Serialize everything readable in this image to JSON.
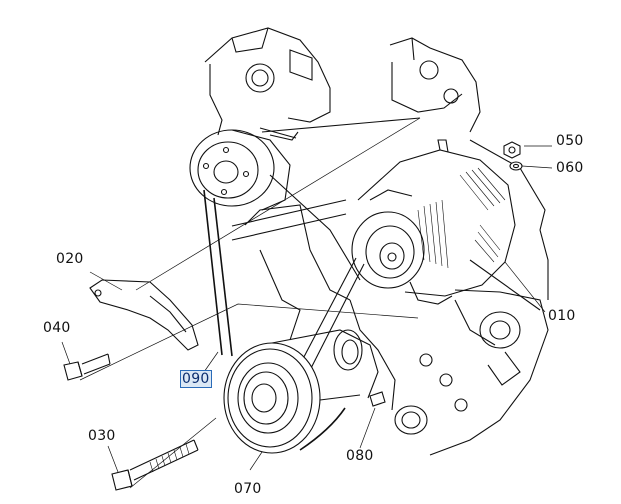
{
  "callouts": [
    {
      "id": "010",
      "label": "010"
    },
    {
      "id": "020",
      "label": "020"
    },
    {
      "id": "030",
      "label": "030"
    },
    {
      "id": "040",
      "label": "040"
    },
    {
      "id": "050",
      "label": "050"
    },
    {
      "id": "060",
      "label": "060"
    },
    {
      "id": "070",
      "label": "070"
    },
    {
      "id": "080",
      "label": "080"
    },
    {
      "id": "090",
      "label": "090"
    }
  ],
  "selected_callout": "090",
  "colors": {
    "line": "#111111",
    "highlight_fill": "#dbe8f5",
    "highlight_border": "#2a6bb8"
  }
}
